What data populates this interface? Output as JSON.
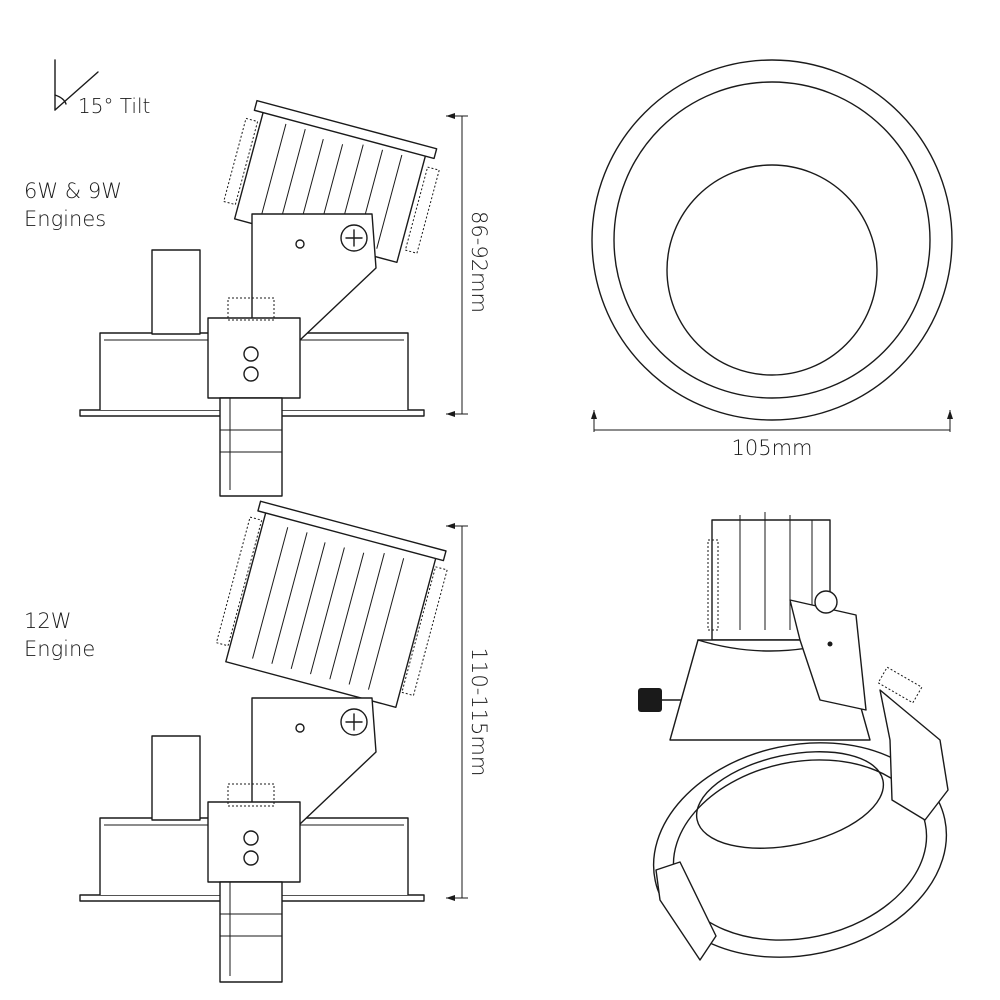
{
  "labels": {
    "tilt": "15° Tilt",
    "engine_small_line1": "6W & 9W",
    "engine_small_line2": "Engines",
    "engine_large_line1": "12W",
    "engine_large_line2": "Engine",
    "height_small": "86-92mm",
    "height_large": "110-115mm",
    "diameter": "105mm"
  }
}
